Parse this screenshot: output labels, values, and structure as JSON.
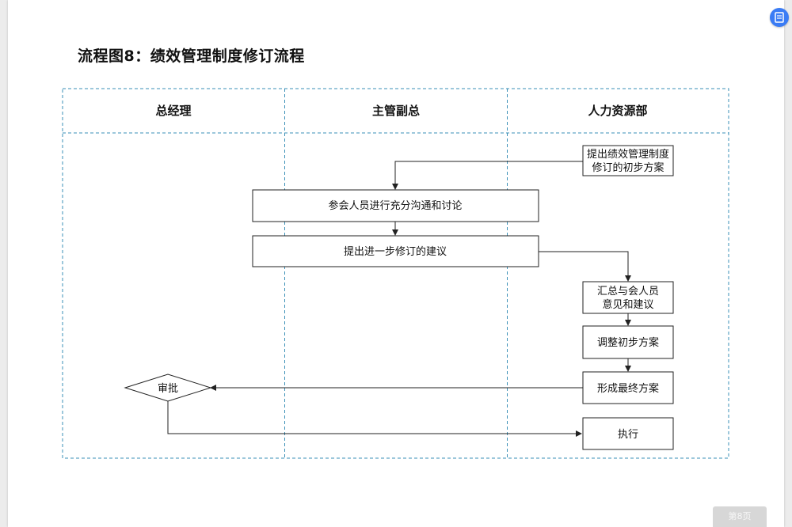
{
  "document": {
    "title": "流程图8：绩效管理制度修订流程",
    "page_indicator": "第8页"
  },
  "flowchart": {
    "lanes": [
      {
        "id": "gm",
        "label": "总经理"
      },
      {
        "id": "vp",
        "label": "主管副总"
      },
      {
        "id": "hr",
        "label": "人力资源部"
      }
    ],
    "nodes": [
      {
        "id": "n1",
        "lane": "hr",
        "shape": "rect",
        "lines": [
          "提出绩效管理制度",
          "修订的初步方案"
        ]
      },
      {
        "id": "n2",
        "lane": "vp",
        "shape": "rect",
        "lines": [
          "参会人员进行充分沟通和讨论"
        ]
      },
      {
        "id": "n3",
        "lane": "vp",
        "shape": "rect",
        "lines": [
          "提出进一步修订的建议"
        ]
      },
      {
        "id": "n4",
        "lane": "hr",
        "shape": "rect",
        "lines": [
          "汇总与会人员",
          "意见和建议"
        ]
      },
      {
        "id": "n5",
        "lane": "hr",
        "shape": "rect",
        "lines": [
          "调整初步方案"
        ]
      },
      {
        "id": "n6",
        "lane": "hr",
        "shape": "rect",
        "lines": [
          "形成最终方案"
        ]
      },
      {
        "id": "n7",
        "lane": "gm",
        "shape": "diamond",
        "lines": [
          "审批"
        ]
      },
      {
        "id": "n8",
        "lane": "hr",
        "shape": "rect",
        "lines": [
          "执行"
        ]
      }
    ],
    "edges": [
      {
        "from": "n1",
        "to": "n2"
      },
      {
        "from": "n2",
        "to": "n3"
      },
      {
        "from": "n3",
        "to": "n4"
      },
      {
        "from": "n4",
        "to": "n5"
      },
      {
        "from": "n5",
        "to": "n6"
      },
      {
        "from": "n6",
        "to": "n7"
      },
      {
        "from": "n7",
        "to": "n8"
      }
    ],
    "colors": {
      "lane_border": "#3a8fb7",
      "node_border": "#222222",
      "edge": "#222222"
    }
  }
}
